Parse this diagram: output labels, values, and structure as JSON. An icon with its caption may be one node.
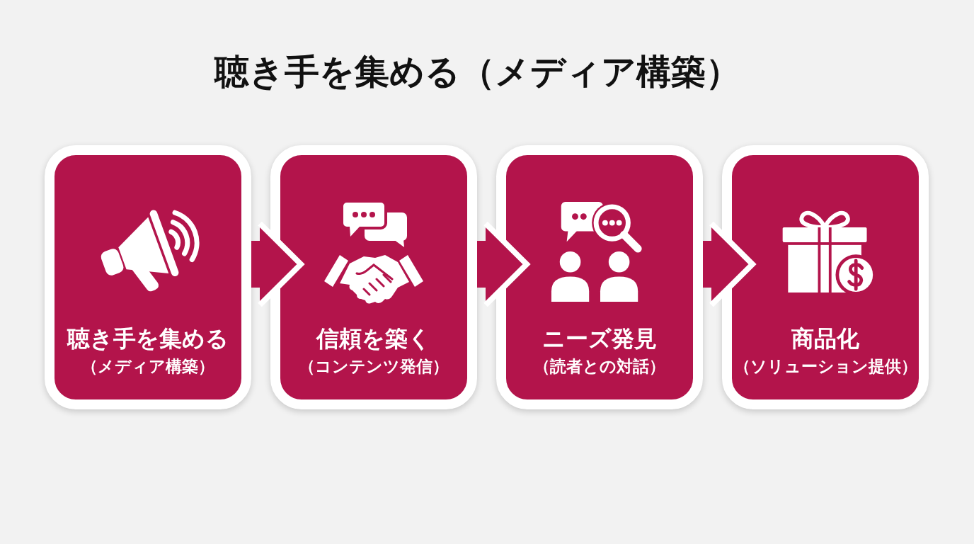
{
  "diagram": {
    "title": "聴き手を集める（メディア構築）",
    "nodes": [
      {
        "text": [
          "聴き手を集める",
          "（メディア構築）"
        ]
      },
      {
        "text": [
          "信頼を築く",
          "（コンテンツ発信）"
        ]
      },
      {
        "text": [
          "ニーズ発見",
          "（読者との対話）"
        ]
      },
      {
        "text": [
          "商品化",
          "（ソリューション提供）"
        ]
      }
    ],
    "edges": [
      {
        "from": 0,
        "to": 1,
        "arrow": "to"
      },
      {
        "from": 1,
        "to": 2,
        "arrow": "to"
      },
      {
        "from": 2,
        "to": 3,
        "arrow": "to"
      }
    ]
  }
}
